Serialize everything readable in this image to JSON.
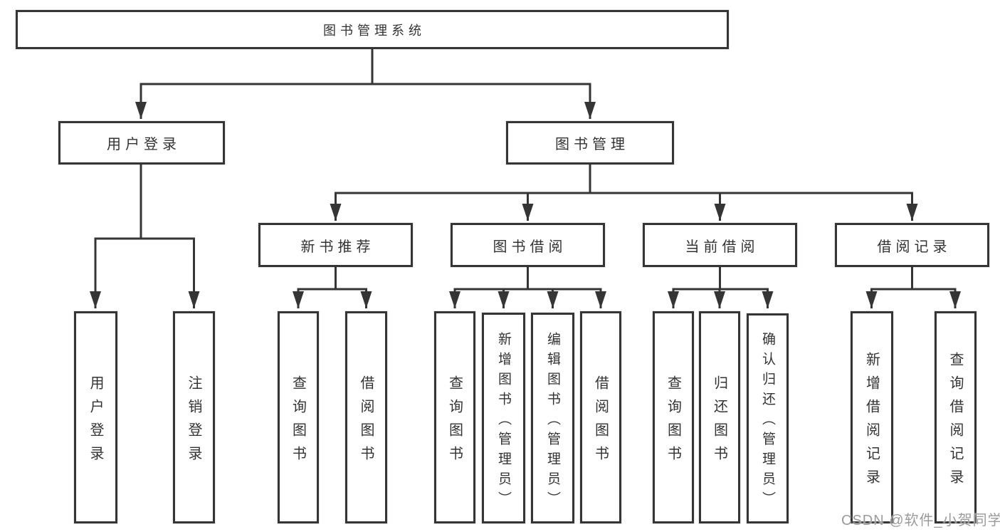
{
  "diagram": {
    "root": {
      "label": "图书管理系统"
    },
    "branches": [
      {
        "label": "用户登录",
        "children": [
          {
            "label": "用户登录"
          },
          {
            "label": "注销登录"
          }
        ]
      },
      {
        "label": "图书管理",
        "children": [
          {
            "label": "新书推荐",
            "children": [
              {
                "label": "查询图书"
              },
              {
                "label": "借阅图书"
              }
            ]
          },
          {
            "label": "图书借阅",
            "children": [
              {
                "label": "查询图书"
              },
              {
                "label": "新增图书（管理员）"
              },
              {
                "label": "编辑图书（管理员）"
              },
              {
                "label": "借阅图书"
              }
            ]
          },
          {
            "label": "当前借阅",
            "children": [
              {
                "label": "查询图书"
              },
              {
                "label": "归还图书"
              },
              {
                "label": "确认归还（管理员）"
              }
            ]
          },
          {
            "label": "借阅记录",
            "children": [
              {
                "label": "新增借阅记录"
              },
              {
                "label": "查询借阅记录"
              }
            ]
          }
        ]
      }
    ]
  },
  "watermark": {
    "text": "CSDN @软件_小贺同学"
  },
  "colors": {
    "stroke": "#353535",
    "text": "#333333",
    "watermark_gray": "#9b9b9b",
    "background": "#ffffff"
  }
}
